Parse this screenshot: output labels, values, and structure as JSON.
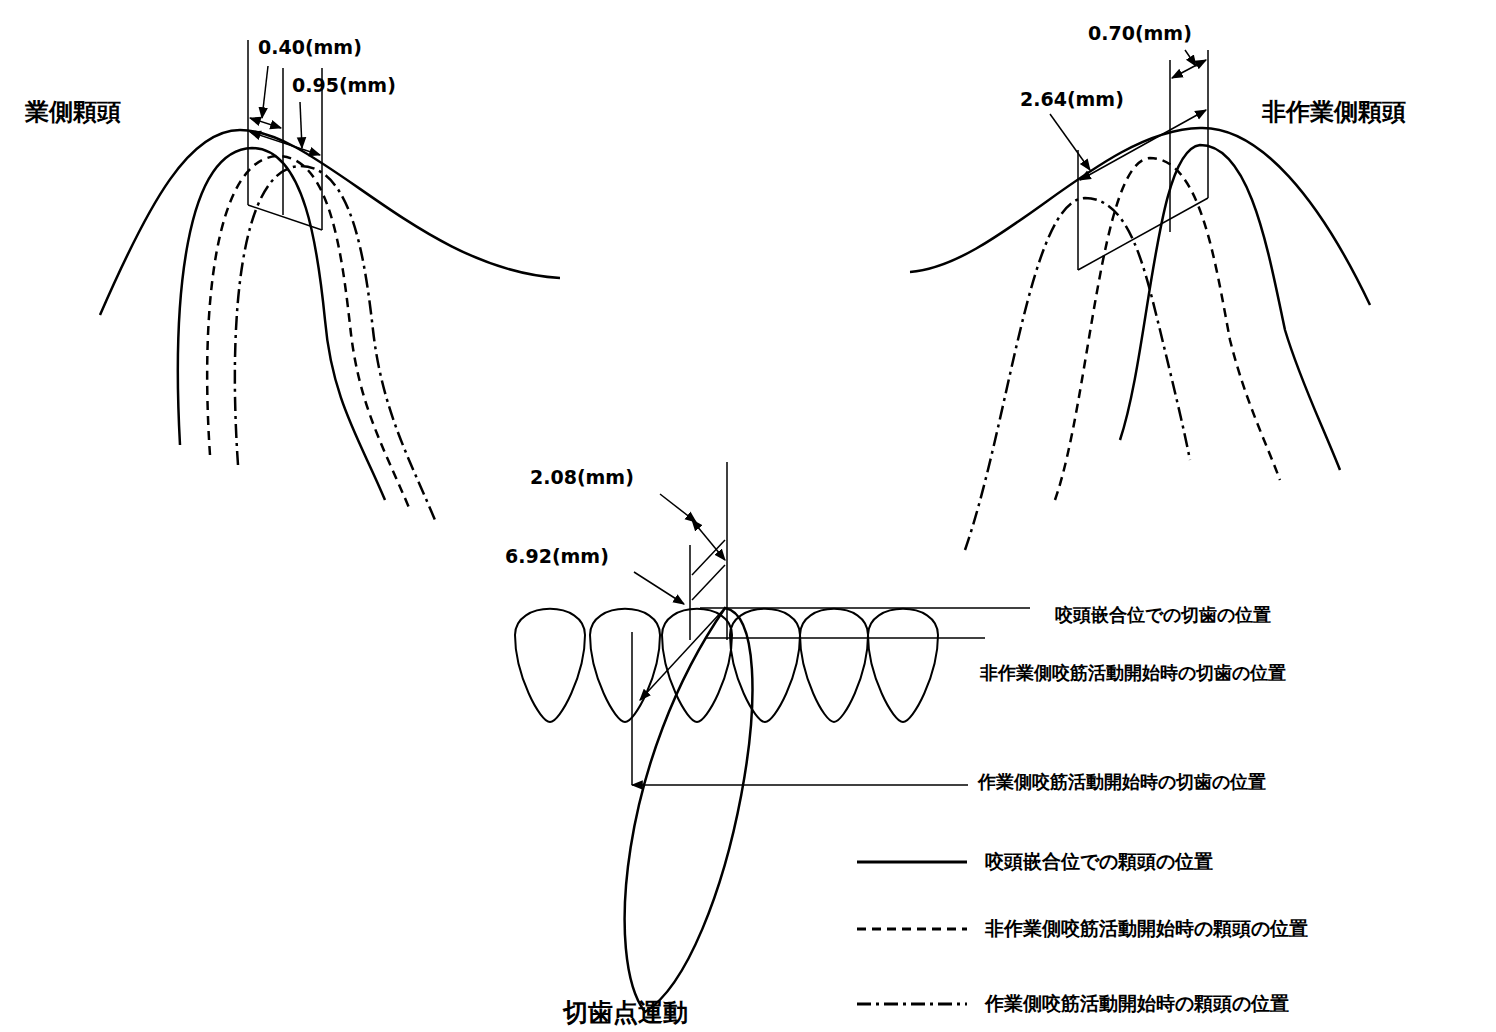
{
  "diagram": {
    "labels": [
      "業側顆頭",
      "0.40(mm)",
      "0.95(mm)",
      "非作業側顆頭",
      "0.70(mm)",
      "2.64(mm)",
      "2.08(mm)",
      "6.92(mm)",
      "咬頭嵌合位での切歯の位置",
      "非作業側咬筋活動開始時の切歯の位置",
      "作業側咬筋活動開始時の切歯の位置",
      "切歯点運動"
    ],
    "legend": [
      {
        "text": "咬頭嵌合位での顆頭の位置"
      },
      {
        "text": "非作業側咬筋活動開始時の顆頭の位置"
      },
      {
        "text": "作業側咬筋活動開始時の顆頭の位置"
      }
    ]
  }
}
